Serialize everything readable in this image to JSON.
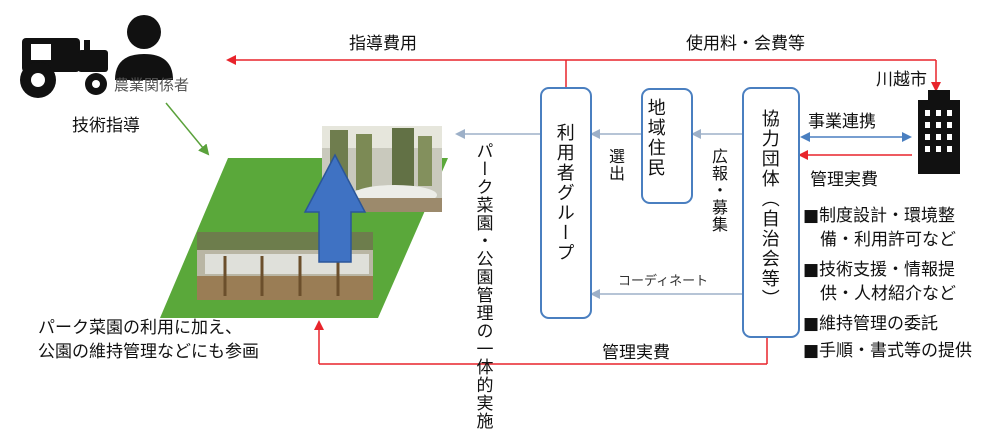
{
  "actors": {
    "farm_label": "農業関係者",
    "city_label": "川越市"
  },
  "flows": {
    "guidance_fee": "指導費用",
    "usage_fee": "使用料・会費等",
    "technical_guidance": "技術指導",
    "collaboration": "事業連携",
    "management_cost_from_city": "管理実費",
    "management_cost_bottom": "管理実費",
    "selection": "選出",
    "pr_recruit": "広報・募集",
    "coordinate": "コーディネート",
    "integrated_impl": "パーク菜園・公園管理の一体的実施"
  },
  "boxes": {
    "user_group": "利用者グループ",
    "residents": "地域住民",
    "partner_org": "協力団体（自治会等）"
  },
  "roles": [
    "■制度設計・環境整",
    "　備・利用許可など",
    "■技術支援・情報提",
    "　供・人材紹介など",
    "■維持管理の委託",
    "■手順・書式等の提供"
  ],
  "participation_note": [
    "パーク菜園の利用に加え、",
    "公園の維持管理などにも参画"
  ],
  "colors": {
    "red": "#e8242b",
    "blue": "#4a7fc0",
    "green": "#5aa13b",
    "gray_arrow": "#a9b8cc"
  }
}
